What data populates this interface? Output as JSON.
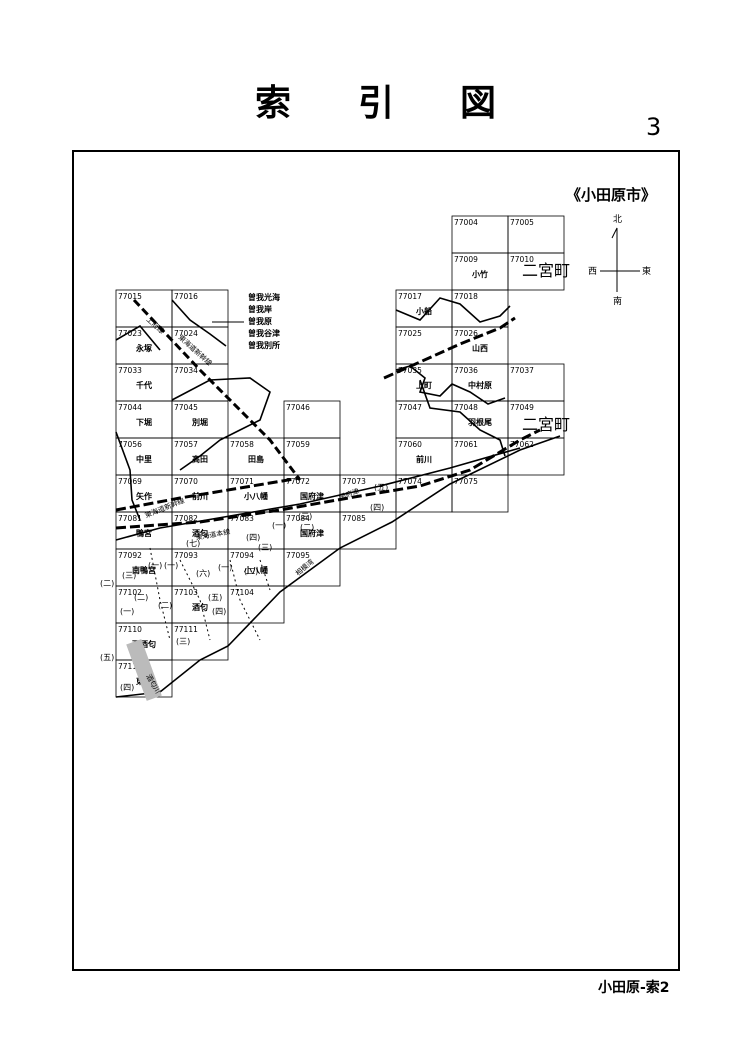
{
  "header": {
    "title_chars": [
      "索",
      "引",
      "図"
    ],
    "page_number": "3"
  },
  "map": {
    "region_label": "《小田原市》",
    "compass": {
      "north": "北",
      "south": "南",
      "east": "東",
      "west": "西"
    },
    "neighbor_labels": [
      "二宮町",
      "二宮町"
    ],
    "tiles": [
      {
        "code": "77004",
        "name": ""
      },
      {
        "code": "77005",
        "name": ""
      },
      {
        "code": "77009",
        "name": "小竹"
      },
      {
        "code": "77010",
        "name": ""
      },
      {
        "code": "77015",
        "name": ""
      },
      {
        "code": "77016",
        "name": ""
      },
      {
        "code": "77017",
        "name": "小船"
      },
      {
        "code": "77018",
        "name": ""
      },
      {
        "code": "77023",
        "name": "永塚"
      },
      {
        "code": "77024",
        "name": ""
      },
      {
        "code": "77025",
        "name": ""
      },
      {
        "code": "77026",
        "name": "山西"
      },
      {
        "code": "77033",
        "name": "千代"
      },
      {
        "code": "77034",
        "name": ""
      },
      {
        "code": "77035",
        "name": "上町"
      },
      {
        "code": "77036",
        "name": "中村原"
      },
      {
        "code": "77037",
        "name": ""
      },
      {
        "code": "77044",
        "name": "下堀"
      },
      {
        "code": "77045",
        "name": "別堀"
      },
      {
        "code": "77046",
        "name": ""
      },
      {
        "code": "77047",
        "name": ""
      },
      {
        "code": "77048",
        "name": "羽根尾"
      },
      {
        "code": "77049",
        "name": ""
      },
      {
        "code": "77056",
        "name": "中里"
      },
      {
        "code": "77057",
        "name": "高田"
      },
      {
        "code": "77058",
        "name": "田島"
      },
      {
        "code": "77059",
        "name": ""
      },
      {
        "code": "77060",
        "name": "前川"
      },
      {
        "code": "77061",
        "name": ""
      },
      {
        "code": "77062",
        "name": ""
      },
      {
        "code": "77069",
        "name": "矢作"
      },
      {
        "code": "77070",
        "name": "前川"
      },
      {
        "code": "77071",
        "name": "小八幡"
      },
      {
        "code": "77072",
        "name": "国府津"
      },
      {
        "code": "77073",
        "name": ""
      },
      {
        "code": "77074",
        "name": ""
      },
      {
        "code": "77075",
        "name": ""
      },
      {
        "code": "77081",
        "name": "鴨宮"
      },
      {
        "code": "77082",
        "name": "酒匂"
      },
      {
        "code": "77083",
        "name": ""
      },
      {
        "code": "77084",
        "name": "国府津"
      },
      {
        "code": "77085",
        "name": ""
      },
      {
        "code": "77092",
        "name": "南鴨宮"
      },
      {
        "code": "77093",
        "name": ""
      },
      {
        "code": "77094",
        "name": "小八幡"
      },
      {
        "code": "77095",
        "name": ""
      },
      {
        "code": "77102",
        "name": ""
      },
      {
        "code": "77103",
        "name": "酒匂"
      },
      {
        "code": "77104",
        "name": ""
      },
      {
        "code": "77110",
        "name": "西酒匂"
      },
      {
        "code": "77111",
        "name": ""
      },
      {
        "code": "77117",
        "name": "東町"
      }
    ],
    "soga_list": [
      "曽我光海",
      "曽我岸",
      "曽我原",
      "曽我谷津",
      "曽我別所"
    ],
    "route_labels": [
      "上府線",
      "東海道新幹線",
      "東海道新幹線",
      "東海道本線",
      "国府津",
      "相模湾",
      "酒匂川"
    ],
    "chome_marks": [
      "(一)",
      "(二)",
      "(三)",
      "(四)",
      "(五)",
      "(六)",
      "(七)"
    ]
  },
  "footer": {
    "sheet_label": "小田原-索2"
  }
}
